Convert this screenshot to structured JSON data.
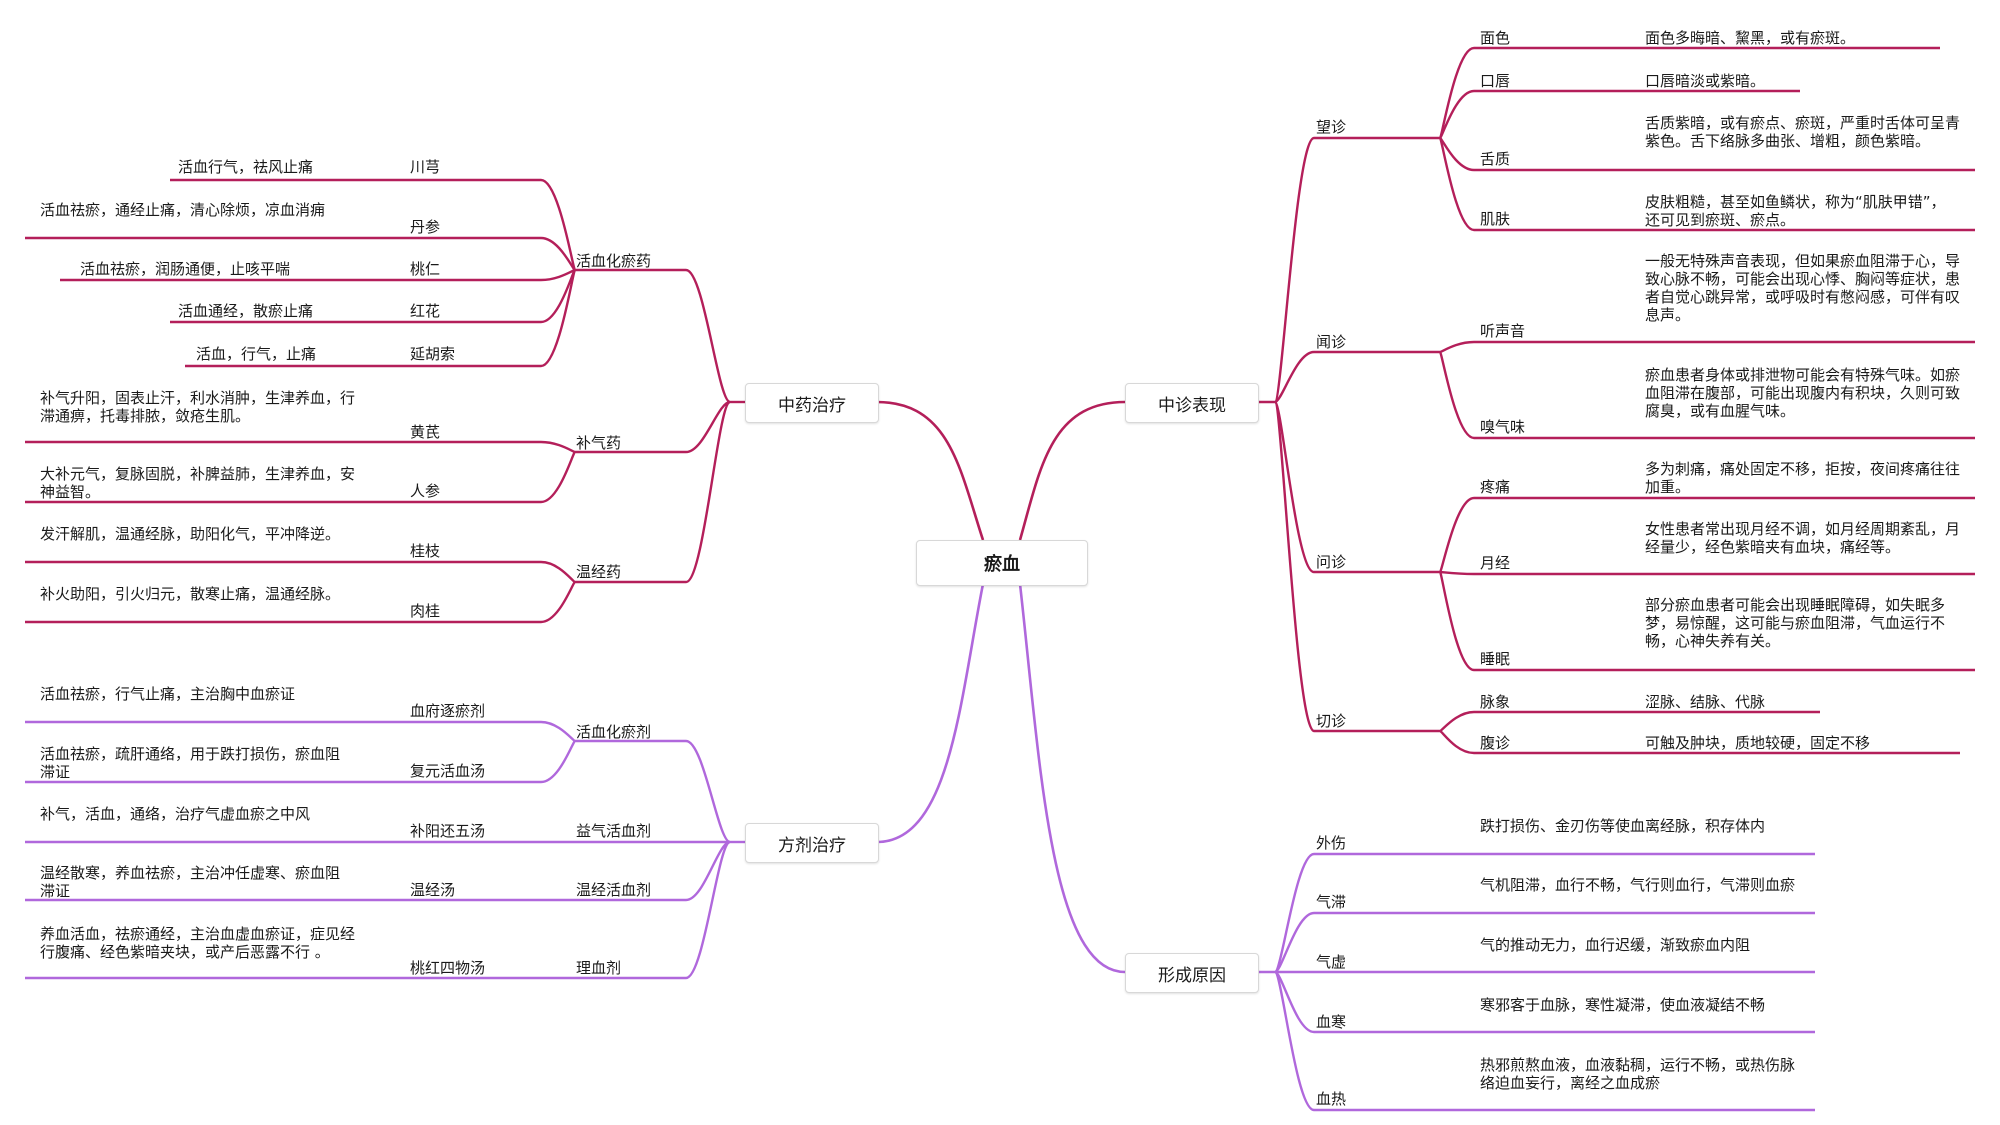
{
  "center": {
    "label": "瘀血"
  },
  "colors": {
    "red": "#b41f5a",
    "purple": "#b068dc"
  },
  "branches": {
    "zhongyao": {
      "label": "中药治疗",
      "groups": [
        {
          "label": "活血化瘀药",
          "items": [
            {
              "name": "川芎",
              "desc": "活血行气，祛风止痛"
            },
            {
              "name": "丹参",
              "desc": "活血祛瘀，通经止痛，清心除烦，凉血消痈"
            },
            {
              "name": "桃仁",
              "desc": "活血祛瘀，润肠通便，止咳平喘"
            },
            {
              "name": "红花",
              "desc": "活血通经，散瘀止痛"
            },
            {
              "name": "延胡索",
              "desc": "活血，行气，止痛"
            }
          ]
        },
        {
          "label": "补气药",
          "items": [
            {
              "name": "黄芪",
              "desc": "补气升阳，固表止汗，利水消肿，生津养血，行滞通痹，托毒排脓，敛疮生肌。"
            },
            {
              "name": "人参",
              "desc": "大补元气，复脉固脱，补脾益肺，生津养血，安神益智。"
            }
          ]
        },
        {
          "label": "温经药",
          "items": [
            {
              "name": "桂枝",
              "desc": "发汗解肌，温通经脉，助阳化气，平冲降逆。"
            },
            {
              "name": "肉桂",
              "desc": "补火助阳，引火归元，散寒止痛，温通经脉。"
            }
          ]
        }
      ]
    },
    "fangji": {
      "label": "方剂治疗",
      "groups": [
        {
          "label": "活血化瘀剂",
          "items": [
            {
              "name": "血府逐瘀剂",
              "desc": "活血祛瘀，行气止痛，主治胸中血瘀证"
            },
            {
              "name": "复元活血汤",
              "desc": "活血祛瘀，疏肝通络，用于跌打损伤，瘀血阻滞证"
            }
          ]
        },
        {
          "label": "益气活血剂",
          "items": [
            {
              "name": "补阳还五汤",
              "desc": "补气，活血，通络，治疗气虚血瘀之中风"
            }
          ]
        },
        {
          "label": "温经活血剂",
          "items": [
            {
              "name": "温经汤",
              "desc": "温经散寒，养血祛瘀，主治冲任虚寒、瘀血阻滞证"
            }
          ]
        },
        {
          "label": "理血剂",
          "items": [
            {
              "name": "桃红四物汤",
              "desc": "养血活血，祛瘀通经，主治血虚血瘀证，症见经行腹痛、经色紫暗夹块，或产后恶露不行 。"
            }
          ]
        }
      ]
    },
    "zhenduan": {
      "label": "中诊表现",
      "groups": [
        {
          "label": "望诊",
          "items": [
            {
              "name": "面色",
              "desc": "面色多晦暗、黧黑，或有瘀斑。"
            },
            {
              "name": "口唇",
              "desc": "口唇暗淡或紫暗。"
            },
            {
              "name": "舌质",
              "desc": "舌质紫暗，或有瘀点、瘀斑，严重时舌体可呈青紫色。舌下络脉多曲张、增粗，颜色紫暗。"
            },
            {
              "name": "肌肤",
              "desc": "皮肤粗糙，甚至如鱼鳞状，称为“肌肤甲错”，还可见到瘀斑、瘀点。"
            }
          ]
        },
        {
          "label": "闻诊",
          "items": [
            {
              "name": "听声音",
              "desc": "一般无特殊声音表现，但如果瘀血阻滞于心，导致心脉不畅，可能会出现心悸、胸闷等症状，患者自觉心跳异常，或呼吸时有憋闷感，可伴有叹息声。"
            },
            {
              "name": "嗅气味",
              "desc": "瘀血患者身体或排泄物可能会有特殊气味。如瘀血阻滞在腹部，可能出现腹内有积块，久则可致腐臭，或有血腥气味。"
            }
          ]
        },
        {
          "label": "问诊",
          "items": [
            {
              "name": "疼痛",
              "desc": "多为刺痛，痛处固定不移，拒按，夜间疼痛往往加重。"
            },
            {
              "name": "月经",
              "desc": "女性患者常出现月经不调，如月经周期紊乱，月经量少，经色紫暗夹有血块，痛经等。"
            },
            {
              "name": "睡眠",
              "desc": "部分瘀血患者可能会出现睡眠障碍，如失眠多梦，易惊醒，这可能与瘀血阻滞，气血运行不畅，心神失养有关。"
            }
          ]
        },
        {
          "label": "切诊",
          "items": [
            {
              "name": "脉象",
              "desc": "涩脉、结脉、代脉"
            },
            {
              "name": "腹诊",
              "desc": "可触及肿块，质地较硬，固定不移"
            }
          ]
        }
      ]
    },
    "yuanyin": {
      "label": "形成原因",
      "items": [
        {
          "name": "外伤",
          "desc": "跌打损伤、金刃伤等使血离经脉，积存体内"
        },
        {
          "name": "气滞",
          "desc": "气机阻滞，血行不畅，气行则血行，气滞则血瘀"
        },
        {
          "name": "气虚",
          "desc": "气的推动无力，血行迟缓，渐致瘀血内阻"
        },
        {
          "name": "血寒",
          "desc": "寒邪客于血脉，寒性凝滞，使血液凝结不畅"
        },
        {
          "name": "血热",
          "desc": "热邪煎熬血液，血液黏稠，运行不畅，或热伤脉络迫血妄行，离经之血成瘀"
        }
      ]
    }
  }
}
